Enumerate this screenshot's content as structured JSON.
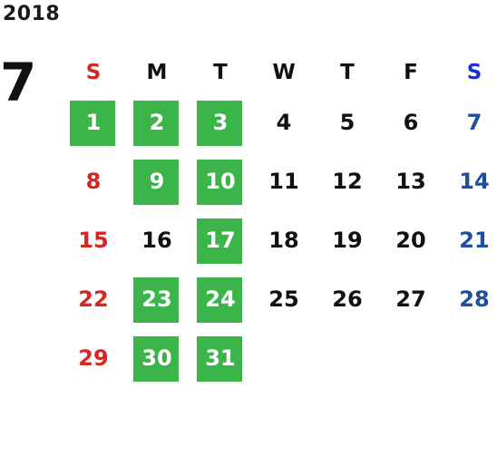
{
  "calendar": {
    "year": "2018",
    "month": "7",
    "weekdays": [
      "S",
      "M",
      "T",
      "W",
      "T",
      "F",
      "S"
    ],
    "colors": {
      "highlight": "#3bb44a",
      "sunday": "#d8251f",
      "saturday": "#1c4f9c",
      "saturday_header": "#1b2fd1",
      "text": "#111111"
    },
    "weeks": [
      [
        {
          "d": "1",
          "hl": true
        },
        {
          "d": "2",
          "hl": true
        },
        {
          "d": "3",
          "hl": true
        },
        {
          "d": "4",
          "hl": false
        },
        {
          "d": "5",
          "hl": false
        },
        {
          "d": "6",
          "hl": false
        },
        {
          "d": "7",
          "hl": false
        }
      ],
      [
        {
          "d": "8",
          "hl": false
        },
        {
          "d": "9",
          "hl": true
        },
        {
          "d": "10",
          "hl": true
        },
        {
          "d": "11",
          "hl": false
        },
        {
          "d": "12",
          "hl": false
        },
        {
          "d": "13",
          "hl": false
        },
        {
          "d": "14",
          "hl": false
        }
      ],
      [
        {
          "d": "15",
          "hl": false
        },
        {
          "d": "16",
          "hl": false
        },
        {
          "d": "17",
          "hl": true
        },
        {
          "d": "18",
          "hl": false
        },
        {
          "d": "19",
          "hl": false
        },
        {
          "d": "20",
          "hl": false
        },
        {
          "d": "21",
          "hl": false
        }
      ],
      [
        {
          "d": "22",
          "hl": false
        },
        {
          "d": "23",
          "hl": true
        },
        {
          "d": "24",
          "hl": true
        },
        {
          "d": "25",
          "hl": false
        },
        {
          "d": "26",
          "hl": false
        },
        {
          "d": "27",
          "hl": false
        },
        {
          "d": "28",
          "hl": false
        }
      ],
      [
        {
          "d": "29",
          "hl": false
        },
        {
          "d": "30",
          "hl": true
        },
        {
          "d": "31",
          "hl": true
        },
        {
          "d": "",
          "hl": false
        },
        {
          "d": "",
          "hl": false
        },
        {
          "d": "",
          "hl": false
        },
        {
          "d": "",
          "hl": false
        }
      ]
    ]
  }
}
